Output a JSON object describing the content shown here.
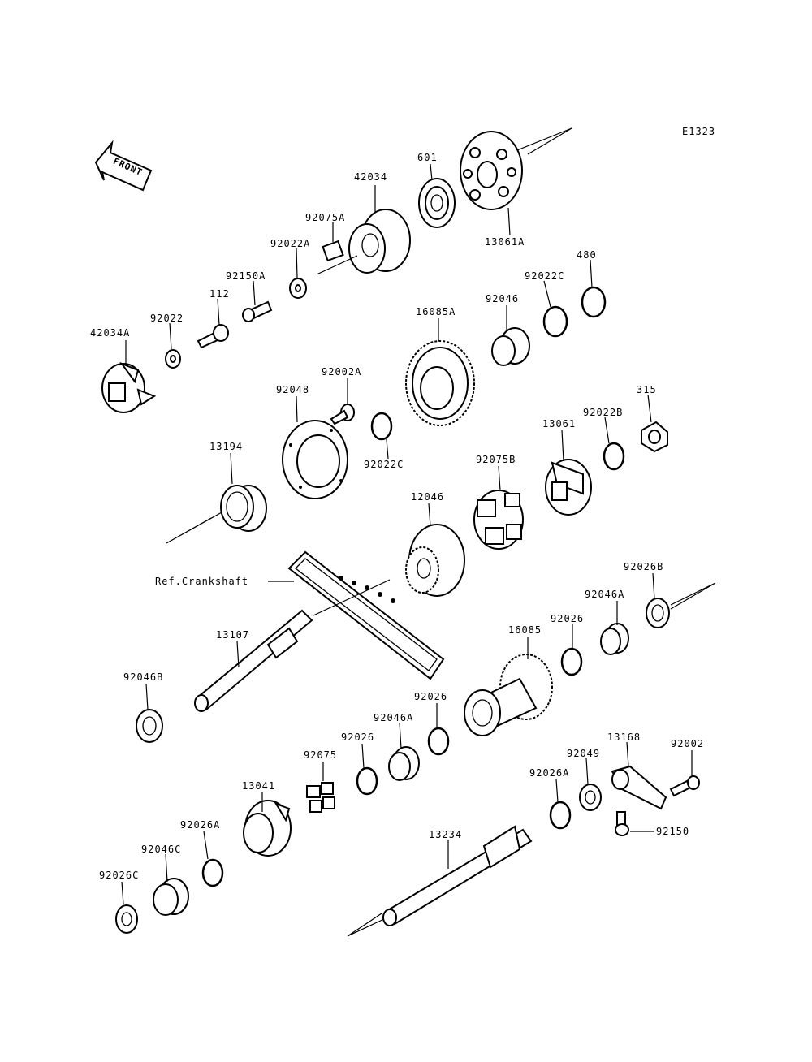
{
  "drawing_code": "E1323",
  "front_label": "FRONT",
  "reference_label": "Ref.Crankshaft",
  "parts": {
    "p42034A": "42034A",
    "p92022": "92022",
    "p112": "112",
    "p92150A": "92150A",
    "p92022A": "92022A",
    "p92075A": "92075A",
    "p42034": "42034",
    "p601": "601",
    "p13061A": "13061A",
    "p480": "480",
    "p92022C_top": "92022C",
    "p92046": "92046",
    "p16085A": "16085A",
    "p92002A": "92002A",
    "p92048": "92048",
    "p92022C_mid": "92022C",
    "p13194": "13194",
    "p13061": "13061",
    "p92022B": "92022B",
    "p315": "315",
    "p92075B": "92075B",
    "p12046": "12046",
    "p92026B": "92026B",
    "p92046A_r": "92046A",
    "p92026_r": "92026",
    "p16085": "16085",
    "p13107": "13107",
    "p92046B": "92046B",
    "p92026_m": "92026",
    "p92046A_m": "92046A",
    "p92026_l": "92026",
    "p92075": "92075",
    "p13041": "13041",
    "p92026A_l": "92026A",
    "p92046C": "92046C",
    "p92026C": "92026C",
    "p13234": "13234",
    "p13168": "13168",
    "p92002": "92002",
    "p92049": "92049",
    "p92026A_r": "92026A",
    "p92150": "92150"
  }
}
